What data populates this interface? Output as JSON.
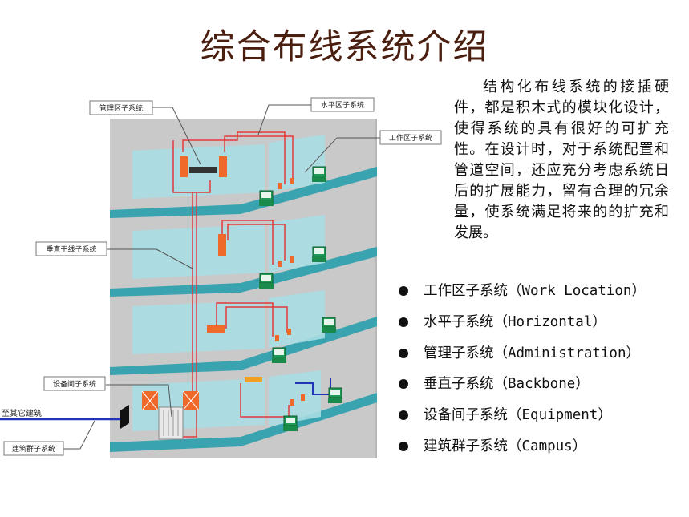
{
  "title": "综合布线系统介绍",
  "description": "结构化布线系统的接插硬件，都是积木式的模块化设计，使得系统的具有很好的可扩充性。在设计时，对于系统配置和管道空间，还应充分考虑系统日后的扩展能力，留有合理的冗余量，使系统满足将来的的扩充和发展。",
  "bullets": [
    "工作区子系统（Work Location）",
    "水平子系统（Horizontal）",
    "管理子系统（Administration）",
    "垂直子系统（Backbone）",
    "设备间子系统（Equipment）",
    "建筑群子系统（Campus）"
  ],
  "diagram": {
    "labels": {
      "management": "管理区子系统",
      "horizontal": "水平区子系统",
      "work_area": "工作区子系统",
      "backbone": "垂直干线子系统",
      "equipment": "设备间子系统",
      "to_building": "至其它建筑",
      "campus": "建筑群子系统"
    },
    "colors": {
      "wall": "#c9c9c9",
      "floor": "#3aa3b0",
      "partition": "#a8dde3",
      "cable": "#e23a3a",
      "panel": "#ef6a2a",
      "workstation": "#1f9a55",
      "campus_link": "#2233bb"
    }
  }
}
